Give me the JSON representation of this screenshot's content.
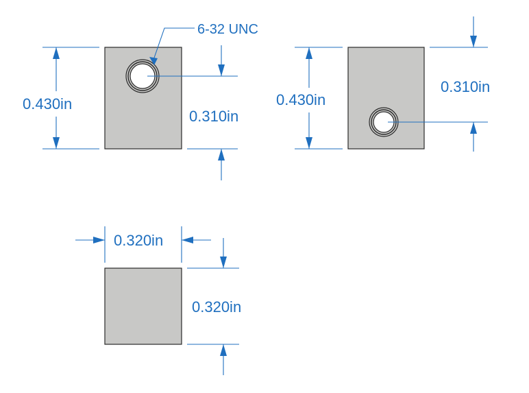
{
  "callout": {
    "thread": "6-32 UNC"
  },
  "view_front": {
    "height": "0.430in",
    "hole_offset": "0.310in"
  },
  "view_side": {
    "height": "0.430in",
    "hole_offset": "0.310in"
  },
  "view_top": {
    "width": "0.320in",
    "height": "0.320in"
  },
  "colors": {
    "dimension": "#1f6fbf",
    "part_fill": "#c8c8c6",
    "outline": "#2a2a2a"
  }
}
